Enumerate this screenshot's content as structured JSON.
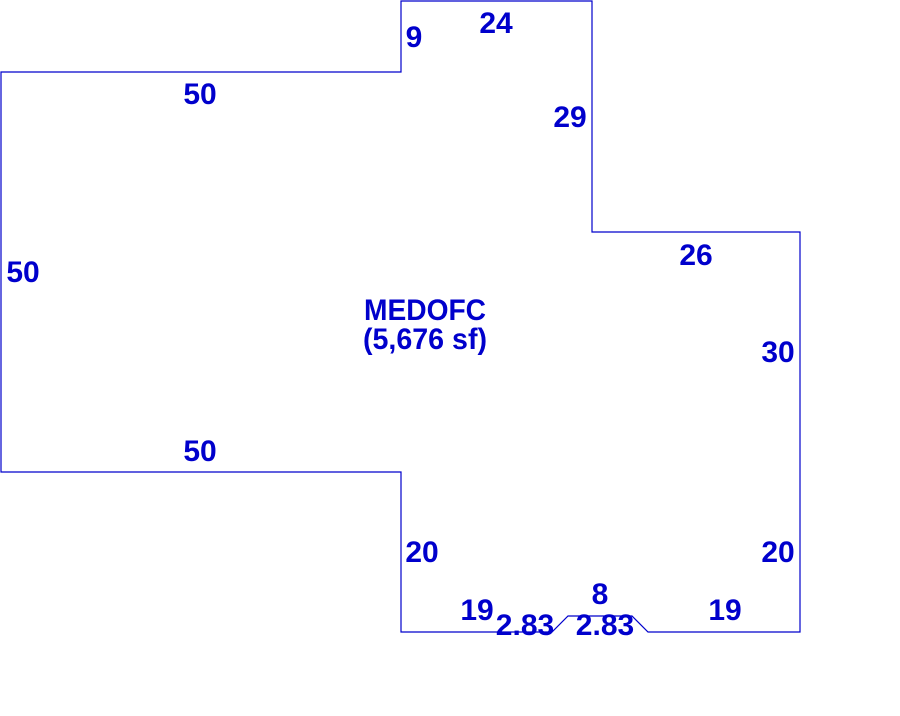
{
  "area": {
    "name": "MEDOFC",
    "size": "(5,676 sf)"
  },
  "dimensions": {
    "top_left_width": "50",
    "notch_height": "9",
    "top_width": "24",
    "upper_right_height": "29",
    "right_step_width": "26",
    "left_height": "50",
    "right_height": "30",
    "bottom_left_width": "50",
    "lower_left_height": "20",
    "lower_right_height": "20",
    "bottom_left_segment": "19",
    "chamfer_left": "2.83",
    "bottom_center": "8",
    "chamfer_right": "2.83",
    "bottom_right_segment": "19"
  },
  "colors": {
    "line": "#0000cc",
    "text": "#0000cc",
    "background": "#ffffff"
  }
}
